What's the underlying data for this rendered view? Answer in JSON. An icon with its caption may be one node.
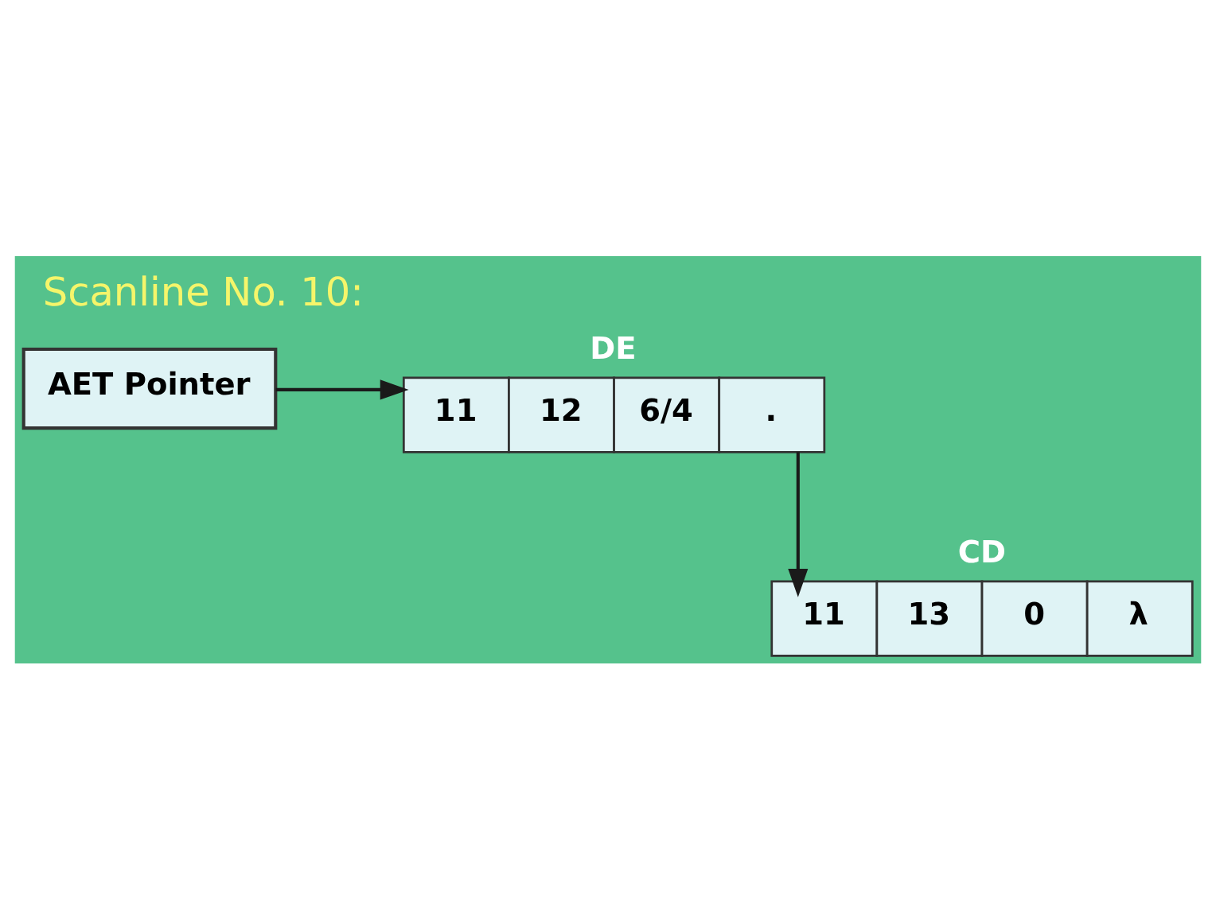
{
  "diagram": {
    "title": "Scanline No. 10:",
    "nodes": [
      {
        "text": [
          "AET Pointer"
        ]
      },
      {
        "text": [
          "DE",
          "11",
          "12",
          "6/4",
          "."
        ]
      },
      {
        "text": [
          "CD",
          "11",
          "13",
          "0",
          "λ"
        ]
      }
    ],
    "edges": [
      {
        "from": 0,
        "to": 1,
        "arrow": "to"
      },
      {
        "from": 1,
        "to": 2,
        "arrow": "to"
      }
    ]
  }
}
